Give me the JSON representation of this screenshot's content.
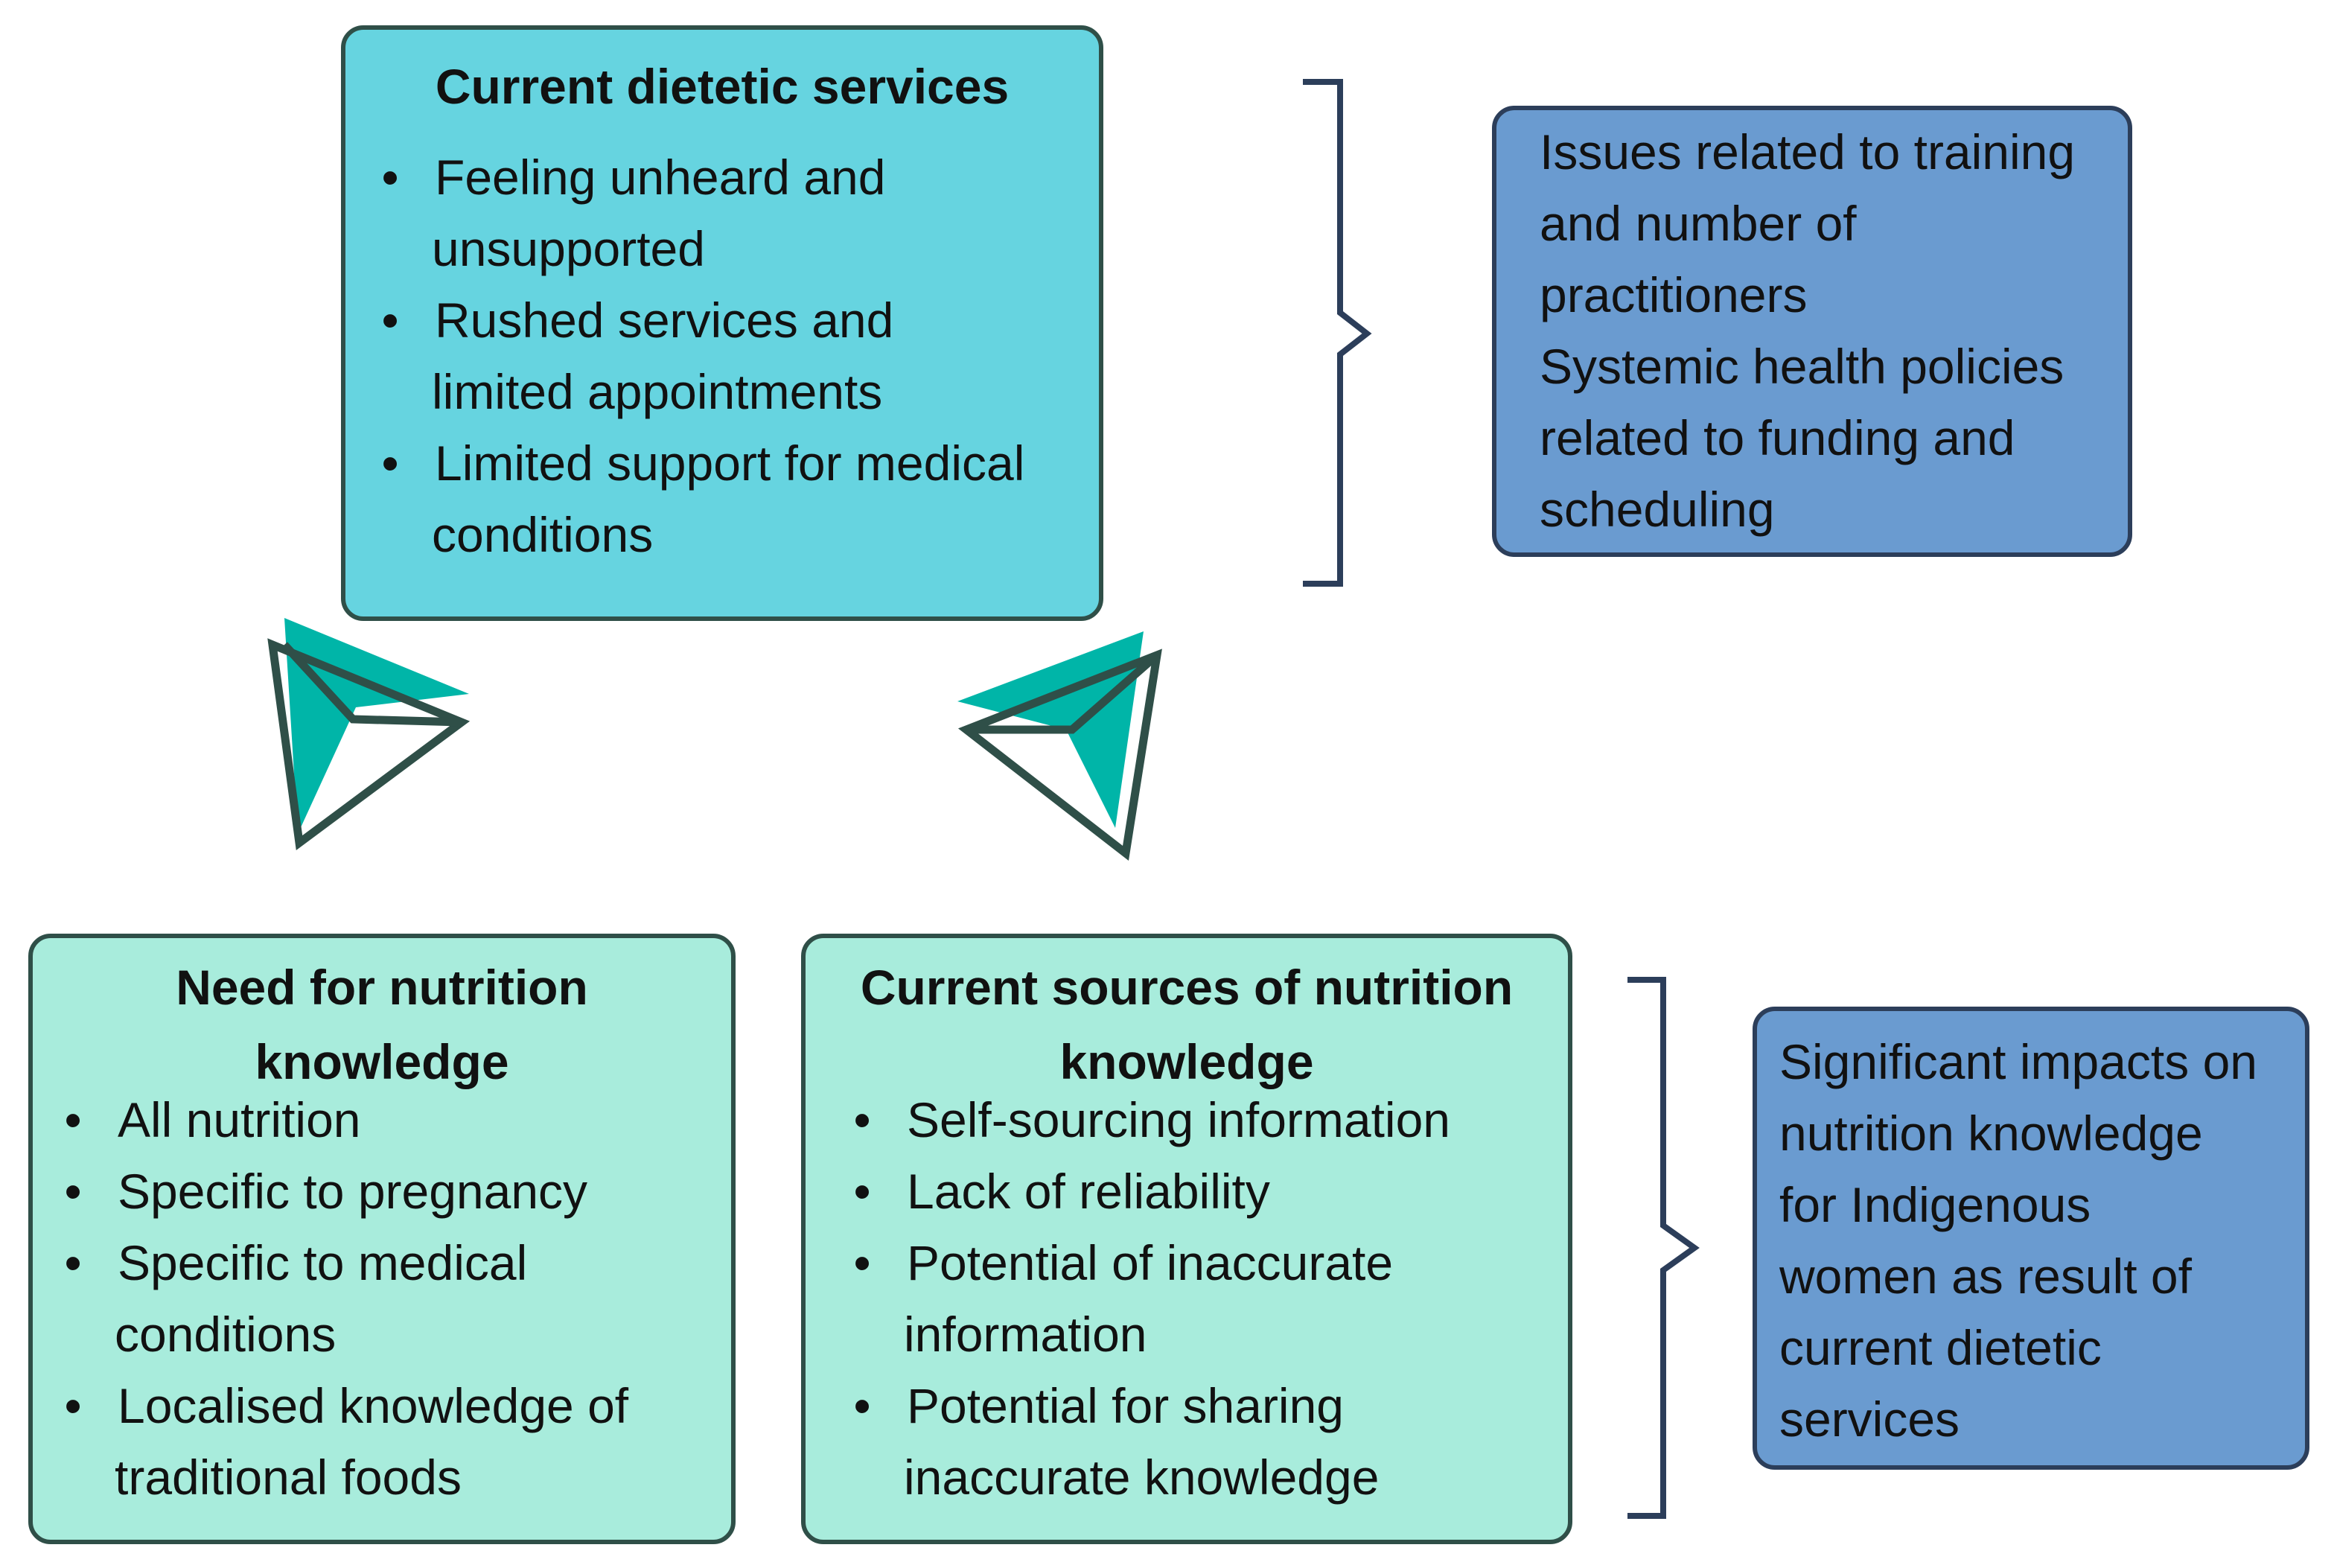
{
  "top_box": {
    "title": "Current dietetic services",
    "items": [
      [
        "Feeling unheard and",
        "unsupported"
      ],
      [
        "Rushed services and",
        "limited appointments"
      ],
      [
        "Limited support for medical",
        "conditions"
      ]
    ]
  },
  "top_note": {
    "lines": [
      "Issues related to training",
      "and number of",
      "practitioners",
      "Systemic health policies",
      "related to funding and",
      "scheduling"
    ]
  },
  "left_box": {
    "title_lines": [
      "Need for nutrition",
      "knowledge"
    ],
    "items": [
      [
        "All nutrition"
      ],
      [
        "Specific to pregnancy"
      ],
      [
        "Specific to medical",
        "conditions"
      ],
      [
        "Localised knowledge of",
        "traditional foods"
      ]
    ]
  },
  "mid_box": {
    "title_lines": [
      "Current sources of nutrition",
      "knowledge"
    ],
    "items": [
      [
        "Self-sourcing information"
      ],
      [
        "Lack of reliability"
      ],
      [
        "Potential of inaccurate",
        "information"
      ],
      [
        "Potential for sharing",
        "inaccurate knowledge"
      ]
    ]
  },
  "bottom_note": {
    "lines": [
      "Significant impacts on",
      "nutrition knowledge",
      "for Indigenous",
      "women as result of",
      "current dietetic",
      "services"
    ]
  },
  "bullet_glyph": "•",
  "colors": {
    "top_box": "#66d4e0",
    "bottom_boxes": "#a8ecdc",
    "note_boxes": "#6a9bd0",
    "arrow_fill": "#00b5a8",
    "outline": "#2f4f48",
    "bracket": "#2c3e5a"
  }
}
